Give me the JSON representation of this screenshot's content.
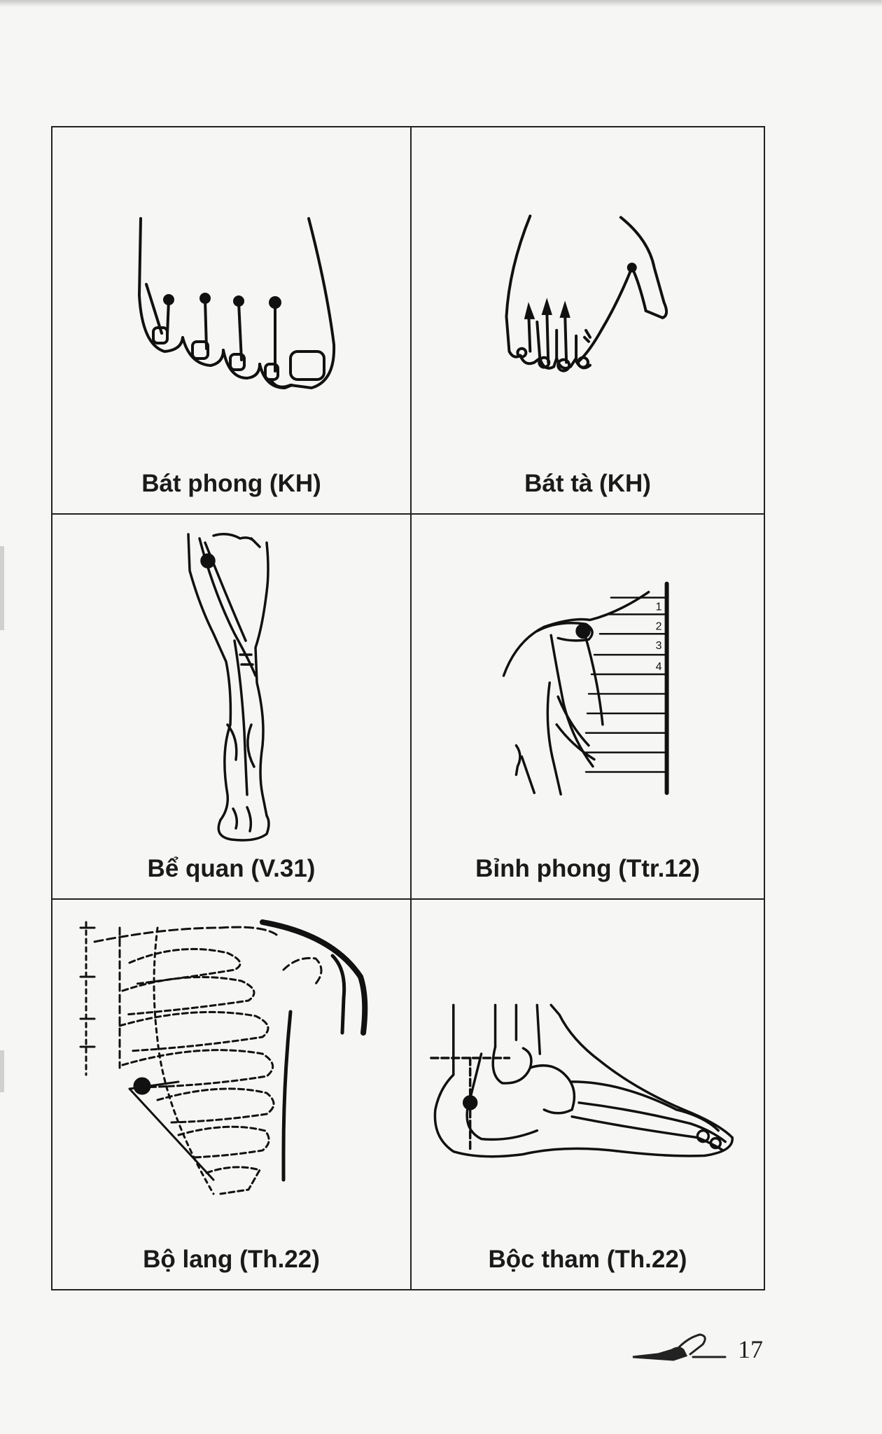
{
  "figures": [
    {
      "caption": "Bát phong (KH)",
      "illustration": "toes-icon"
    },
    {
      "caption": "Bát tà (KH)",
      "illustration": "hand-fingers-icon"
    },
    {
      "caption": "Bể quan (V.31)",
      "illustration": "leg-icon"
    },
    {
      "caption": "Bỉnh phong (Ttr.12)",
      "illustration": "scapula-spine-icon"
    },
    {
      "caption": "Bộ lang (Th.22)",
      "illustration": "ribcage-icon"
    },
    {
      "caption": "Bộc tham (Th.22)",
      "illustration": "foot-icon"
    }
  ],
  "footer": {
    "page_number": "17",
    "ornament": "decorative-ornament-icon"
  },
  "vertebra_labels": [
    "1",
    "2",
    "3",
    "4"
  ]
}
